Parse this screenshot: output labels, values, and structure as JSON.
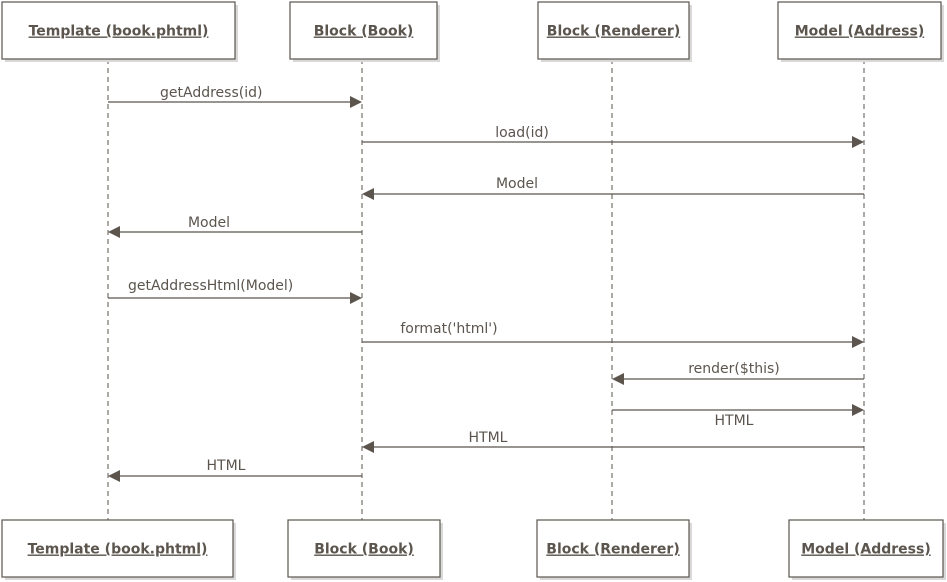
{
  "participants": [
    {
      "id": "template",
      "label": "Template (book.phtml)"
    },
    {
      "id": "block_book",
      "label": "Block (Book)"
    },
    {
      "id": "block_renderer",
      "label": "Block (Renderer)"
    },
    {
      "id": "model_address",
      "label": "Model (Address)"
    }
  ],
  "messages": [
    {
      "from": "template",
      "to": "block_book",
      "label": "getAddress(id)"
    },
    {
      "from": "block_book",
      "to": "model_address",
      "label": "load(id)"
    },
    {
      "from": "model_address",
      "to": "block_book",
      "label": "Model"
    },
    {
      "from": "block_book",
      "to": "template",
      "label": "Model"
    },
    {
      "from": "template",
      "to": "block_book",
      "label": "getAddressHtml(Model)"
    },
    {
      "from": "block_book",
      "to": "model_address",
      "label": "format('html')"
    },
    {
      "from": "model_address",
      "to": "block_renderer",
      "label": "render($this)"
    },
    {
      "from": "block_renderer",
      "to": "model_address",
      "label": "HTML"
    },
    {
      "from": "model_address",
      "to": "block_book",
      "label": "HTML"
    },
    {
      "from": "block_book",
      "to": "template",
      "label": "HTML"
    }
  ]
}
